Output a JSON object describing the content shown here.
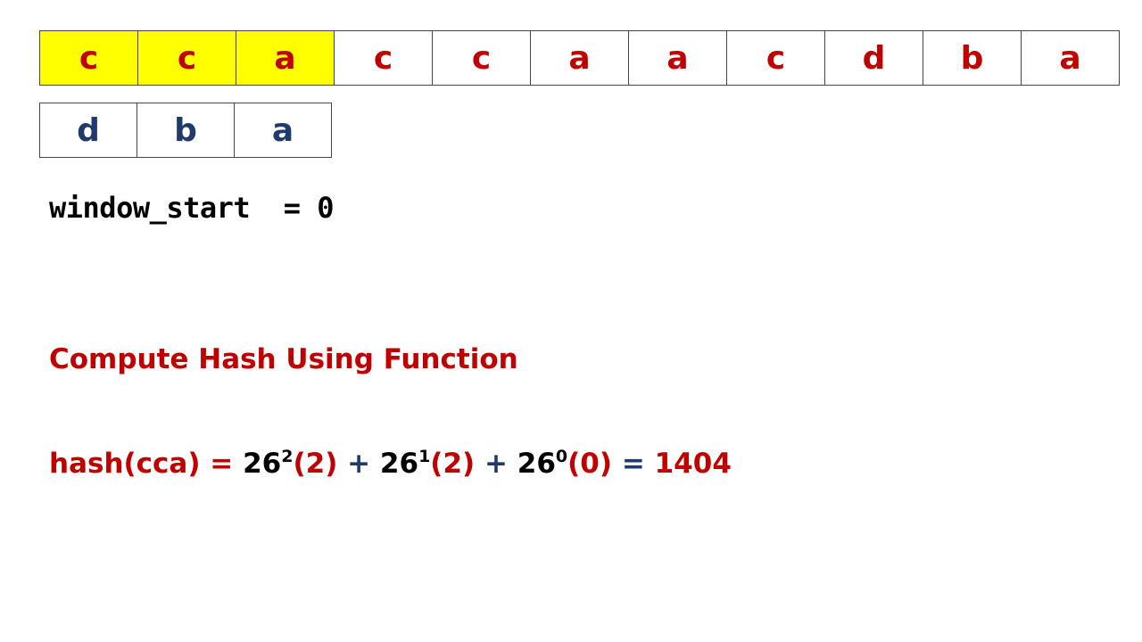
{
  "text_cells": [
    "c",
    "c",
    "a",
    "c",
    "c",
    "a",
    "a",
    "c",
    "d",
    "b",
    "a"
  ],
  "highlight_count": 3,
  "pattern_cells": [
    "d",
    "b",
    "a"
  ],
  "window_label": "window_start  = 0",
  "hash": {
    "title": "Compute Hash Using Function",
    "lhs": "hash(cca) = ",
    "t1_base": "26",
    "t1_exp": "2",
    "t1_arg": "(2)",
    "plus1": " + ",
    "t2_base": "26",
    "t2_exp": "1",
    "t2_arg": "(2)",
    "plus2": " + ",
    "t3_base": "26",
    "t3_exp": "0",
    "t3_arg": "(0)",
    "equals": " = ",
    "result": "1404"
  },
  "colors": {
    "highlight": "#ffff00",
    "text_letters": "#c00000",
    "pattern_letters": "#1f3a6b"
  }
}
